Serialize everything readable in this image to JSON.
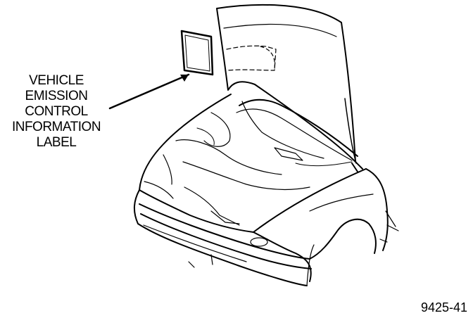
{
  "callout": {
    "lines": [
      "VEHICLE",
      "EMISSION",
      "CONTROL",
      "INFORMATION",
      "LABEL"
    ]
  },
  "figure_number": "9425-41"
}
